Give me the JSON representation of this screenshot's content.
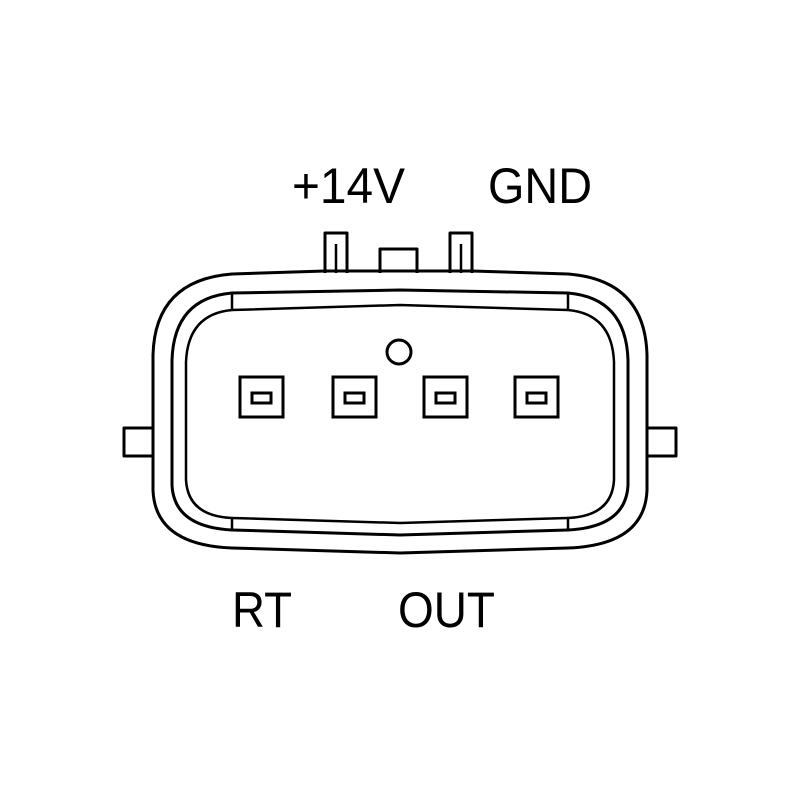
{
  "labels": {
    "top_left": "+14V",
    "top_right": "GND",
    "bottom_left": "RT",
    "bottom_right": "OUT"
  },
  "terminal_count": 4,
  "colors": {
    "line": "#000000",
    "background": "#ffffff"
  }
}
